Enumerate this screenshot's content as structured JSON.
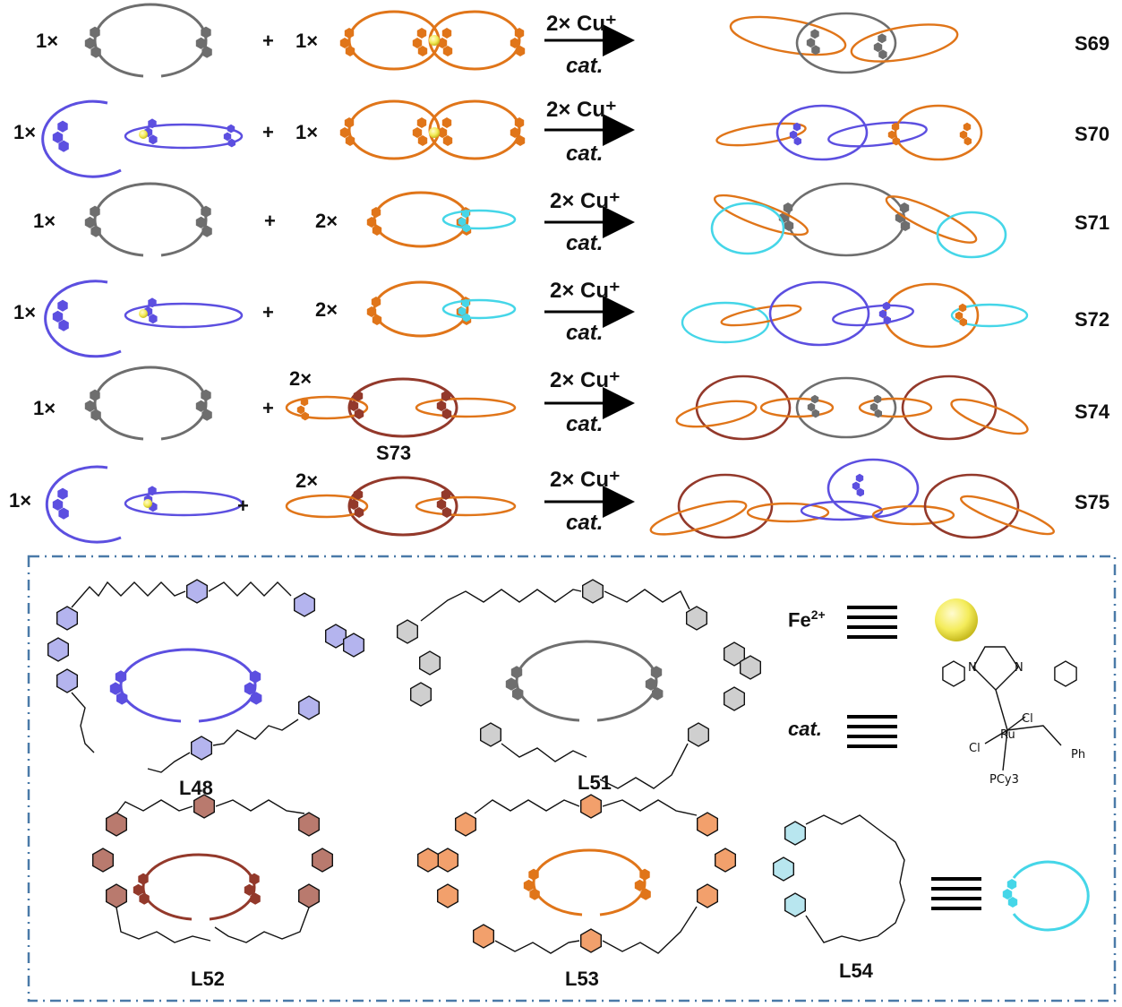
{
  "rows": [
    {
      "left_coef": "1×",
      "right_coef": "1×",
      "arrow_top": "2× Cu⁺",
      "arrow_bottom": "cat.",
      "id": "S69"
    },
    {
      "left_coef": "1×",
      "right_coef": "1×",
      "arrow_top": "2× Cu⁺",
      "arrow_bottom": "cat.",
      "id": "S70"
    },
    {
      "left_coef": "1×",
      "right_coef": "2×",
      "arrow_top": "2× Cu⁺",
      "arrow_bottom": "cat.",
      "id": "S71"
    },
    {
      "left_coef": "1×",
      "right_coef": "2×",
      "arrow_top": "2× Cu⁺",
      "arrow_bottom": "cat.",
      "id": "S72"
    },
    {
      "left_coef": "1×",
      "right_coef": "2×",
      "arrow_top": "2× Cu⁺",
      "arrow_bottom": "cat.",
      "id": "S74",
      "reactant_label": "S73"
    },
    {
      "left_coef": "1×",
      "right_coef": "2×",
      "arrow_top": "2× Cu⁺",
      "arrow_bottom": "cat.",
      "id": "S75"
    }
  ],
  "plus": "+",
  "ligands": {
    "l48": "L48",
    "l51": "L51",
    "l52": "L52",
    "l53": "L53",
    "l54": "L54"
  },
  "key": {
    "fe_label": "Fe",
    "fe_charge": "2+",
    "cat_label": "cat.",
    "catalyst": {
      "cl1": "Cl",
      "cl2": "Cl",
      "ru": "Ru",
      "ph": "Ph",
      "pcy3": "PCy3",
      "n1": "N",
      "n2": "N"
    }
  },
  "colors": {
    "gray": "#6e6e6e",
    "blue": "#5c4fe0",
    "orange": "#e07519",
    "brown": "#93392b",
    "cyan": "#45d6e8",
    "frame": "#4a7aa8",
    "fe": "#f4ec5a",
    "fill_blue": "#b4b4ee",
    "fill_gray": "#cfcfcf",
    "fill_brown": "#b97a6e",
    "fill_orange": "#f2a06c",
    "fill_cyan": "#b8e6ef"
  }
}
